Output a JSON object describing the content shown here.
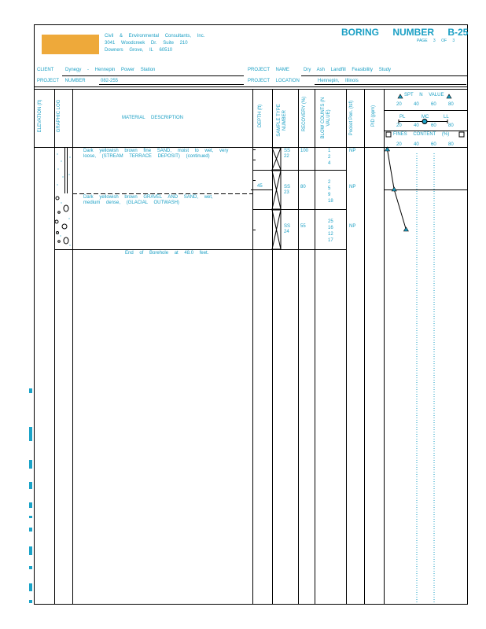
{
  "company": {
    "line1": "Civil & Environmental Consultants, Inc.",
    "line2": "3041 Woodcreek Dr. Suite 210",
    "line3": "Downers Grove, IL 60510"
  },
  "boring": {
    "title": "BORING NUMBER B-25",
    "page": "PAGE 3 OF 3"
  },
  "info": {
    "client_label": "CLIENT",
    "client": "Dynegy - Hennepin Power Station",
    "project_name_label": "PROJECT NAME",
    "project_name": "Dry Ash Landfill Feasibility Study",
    "project_number_label": "PROJECT NUMBER",
    "project_number": "082-255",
    "project_location_label": "PROJECT LOCATION",
    "project_location": "Hennepin, Illinois"
  },
  "headers": {
    "elevation": "ELEVATION (ft)",
    "graphic": "GRAPHIC LOG",
    "material": "MATERIAL DESCRIPTION",
    "depth": "DEPTH (ft)",
    "sample_type": "SAMPLE TYPE NUMBER",
    "recovery": "RECOVERY (%)",
    "blow": "BLOW COUNTS (N VALUE)",
    "pocket": "Pocket Pen. (tsf)",
    "pid": "PID (ppm)",
    "spt": "SPT N VALUE",
    "pl": "PL",
    "mc": "MC",
    "ll": "LL",
    "fines": "FINES CONTENT (%)",
    "scale": [
      "20",
      "40",
      "60",
      "80"
    ]
  },
  "materials": [
    {
      "text": "Dark yellowish brown fine SAND, moist to wet, very loose, (STREAM TERRACE DEPOSIT) (continued)"
    },
    {
      "text": "Dark yellowish brown GRAVEL AND SAND, wet, medium dense, (GLACIAL OUTWASH)"
    }
  ],
  "end_note": "End of Borehole at 48.0 feet.",
  "depth_label": "45",
  "samples": [
    {
      "type": "SS",
      "number": "22",
      "recovery": "100",
      "blows": [
        "1",
        "2",
        "4"
      ],
      "pocket": "NP",
      "n": 6
    },
    {
      "type": "SS",
      "number": "23",
      "recovery": "80",
      "blows": [
        "2",
        "5",
        "9",
        "18"
      ],
      "pocket": "NP",
      "n": 14
    },
    {
      "type": "SS",
      "number": "24",
      "recovery": "55",
      "blows": [
        "25",
        "16",
        "12",
        "17"
      ],
      "pocket": "NP",
      "n": 28
    }
  ],
  "colors": {
    "accent": "#1a9fc4",
    "logo": "#eea93a"
  }
}
